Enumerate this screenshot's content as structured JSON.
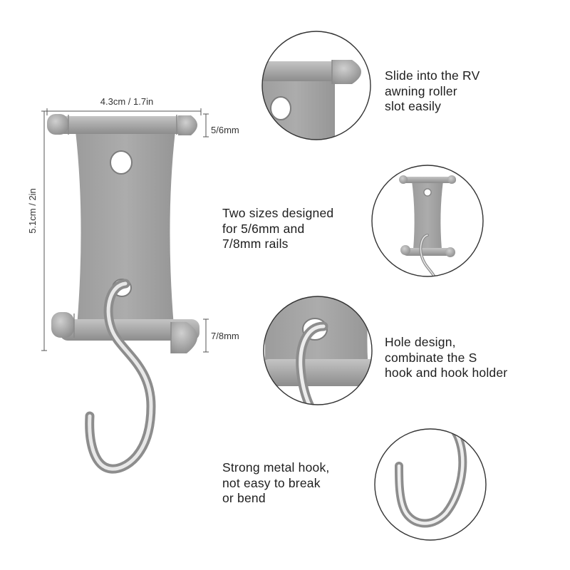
{
  "dimensions": {
    "width": "4.3cm / 1.7in",
    "height": "5.1cm / 2in",
    "top_rail": "5/6mm",
    "bottom_rail": "7/8mm"
  },
  "features": [
    {
      "id": "slide",
      "lines": [
        "Slide into the RV",
        "awning roller",
        "slot easily"
      ]
    },
    {
      "id": "sizes",
      "lines": [
        "Two sizes designed",
        "for 5/6mm and",
        "7/8mm rails"
      ]
    },
    {
      "id": "hole",
      "lines": [
        "Hole design,",
        "combinate the S",
        "hook and hook holder"
      ]
    },
    {
      "id": "metal",
      "lines": [
        "Strong metal hook,",
        "not easy to break",
        "or bend"
      ]
    }
  ]
}
